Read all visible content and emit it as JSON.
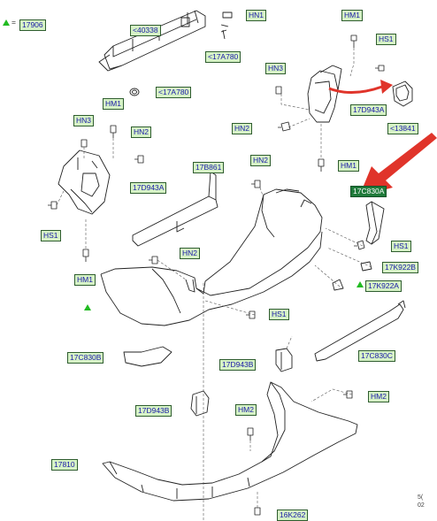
{
  "legend": {
    "symbol": "triangle-icon",
    "equals": "=",
    "ref": "17906"
  },
  "colors": {
    "label_bg": "#d6f3c6",
    "label_text": "#1a1aa8",
    "highlight_bg": "#1f7a3a",
    "arrow_red": "#e0342a",
    "marker_green": "#22bb22"
  },
  "labels": {
    "l40338": "<40338",
    "l17a780_top": "<17A780",
    "l17a780_mid": "<17A780",
    "hn1_top": "HN1",
    "hm1_topright": "HM1",
    "hs1_topright": "HS1",
    "hn3_right": "HN3",
    "l17d943a_right": "17D943A",
    "hn2_right": "HN2",
    "l13841": "<13841",
    "hm1_right": "HM1",
    "hn2_center": "HN2",
    "l17b861": "17B861",
    "hn3_left": "HN3",
    "hm1_left": "HM1",
    "hn2_left": "HN2",
    "l17d943a_left": "17D943A",
    "hs1_left": "HS1",
    "hm1_leftlow": "HM1",
    "hn2_mid": "HN2",
    "l17c830a": "17C830A",
    "hs1_right": "HS1",
    "l17k922b": "17K922B",
    "l17k922a": "17K922A",
    "hs1_mid": "HS1",
    "l17c830b": "17C830B",
    "l17c830c": "17C830C",
    "l17d943b_upper": "17D943B",
    "hm2_right": "HM2",
    "l17d943b_lower": "17D943B",
    "hm2_lower": "HM2",
    "l17810": "17810",
    "l16k262": "16K262"
  },
  "corner_text": {
    "line1": "5(",
    "line2": "02"
  }
}
